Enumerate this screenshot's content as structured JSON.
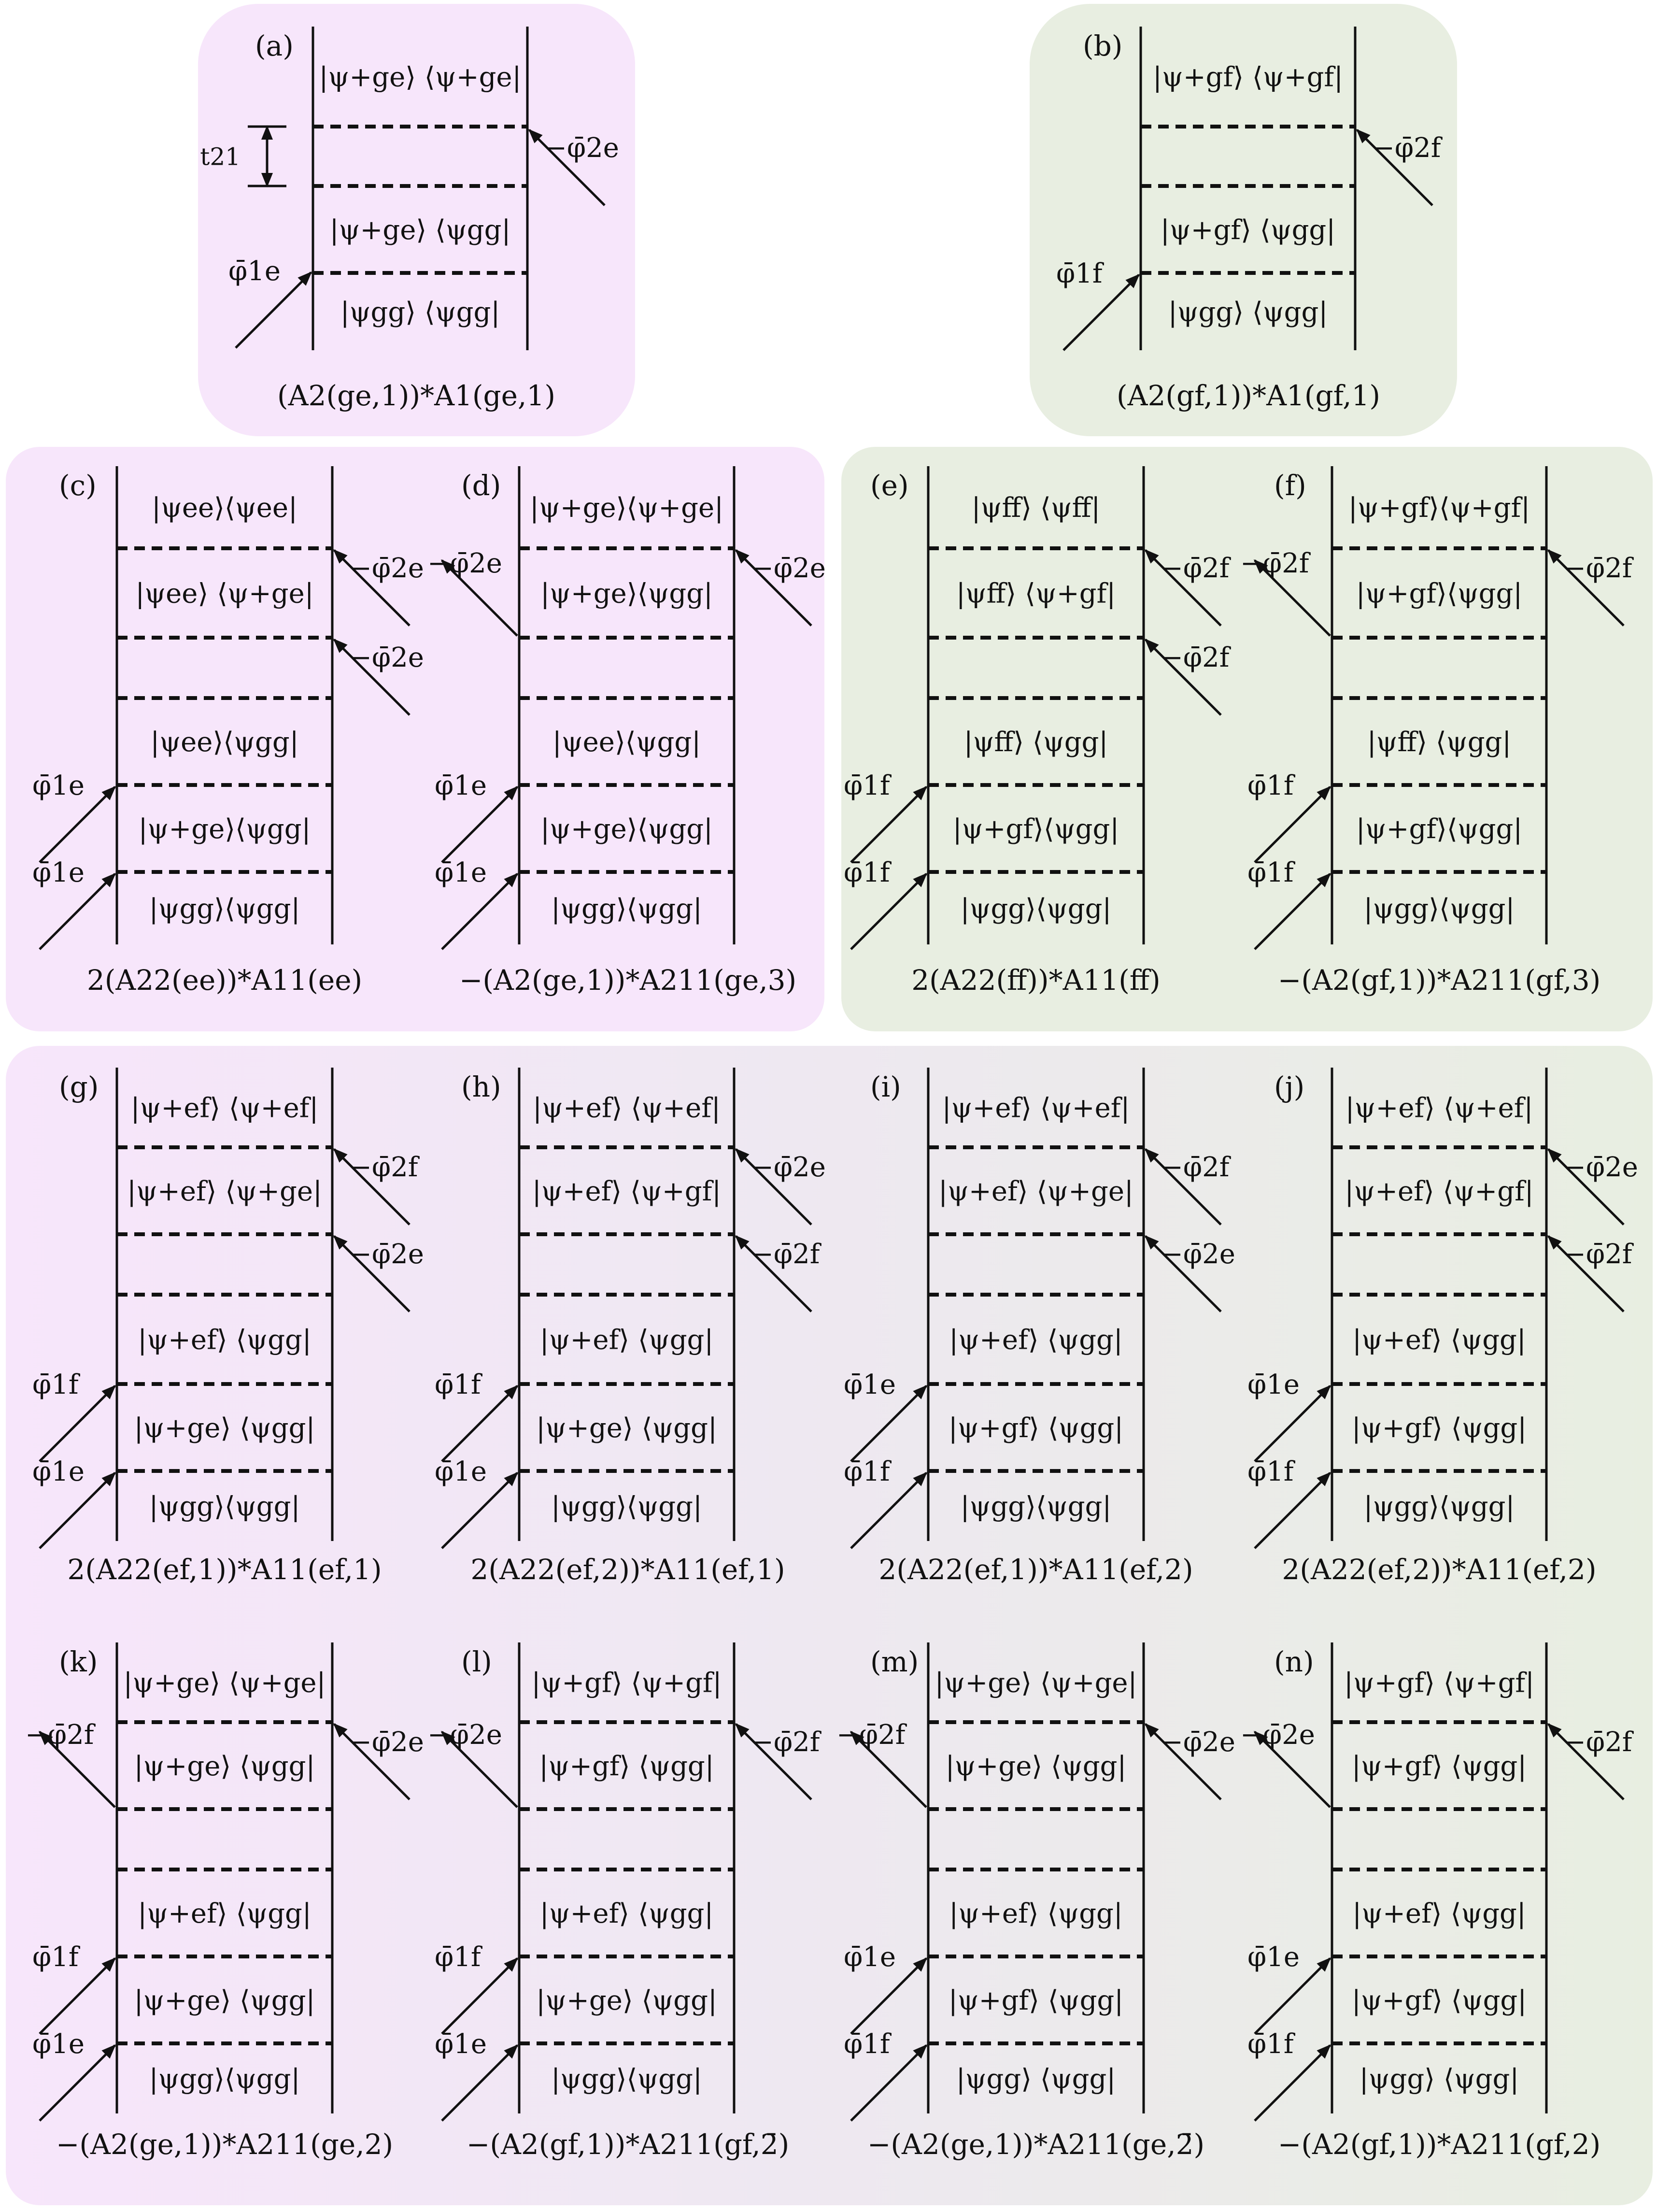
{
  "colors": {
    "pink_panel": "#f7e6fb",
    "green_panel": "#e8eee1",
    "ink": "#111111"
  },
  "labels": {
    "t21": "t21",
    "phi1e": "φ̄1e",
    "phi1f": "φ̄1f",
    "phi2e": "−φ̄2e",
    "phi2f": "−φ̄2f"
  },
  "diagrams": [
    {
      "id": "a",
      "label": "(a)",
      "caption": "(A2(ge,1))*A1(ge,1)",
      "states": [
        "|ψ+ge⟩ ⟨ψ+ge|",
        "|ψ+ge⟩ ⟨ψgg|",
        "|ψgg⟩ ⟨ψgg|"
      ],
      "in_left": [
        "φ̄1e"
      ],
      "in_right": [
        "−φ̄2e"
      ],
      "out_left": []
    },
    {
      "id": "b",
      "label": "(b)",
      "caption": "(A2(gf,1))*A1(gf,1)",
      "states": [
        "|ψ+gf⟩ ⟨ψ+gf|",
        "|ψ+gf⟩ ⟨ψgg|",
        "|ψgg⟩ ⟨ψgg|"
      ],
      "in_left": [
        "φ̄1f"
      ],
      "in_right": [
        "−φ̄2f"
      ],
      "out_left": []
    },
    {
      "id": "c",
      "label": "(c)",
      "caption": "2(A22(ee))*A11(ee)",
      "states": [
        "|ψee⟩⟨ψee|",
        "|ψee⟩ ⟨ψ+ge|",
        "|ψee⟩⟨ψgg|",
        "|ψ+ge⟩⟨ψgg|",
        "|ψgg⟩⟨ψgg|"
      ],
      "in_left": [
        "φ̄1e",
        "φ̄1e"
      ],
      "in_right": [
        "−φ̄2e",
        "−φ̄2e"
      ],
      "out_left": []
    },
    {
      "id": "d",
      "label": "(d)",
      "caption": "−(A2(ge,1))*A211(ge,3)",
      "states": [
        "|ψ+ge⟩⟨ψ+ge|",
        "|ψ+ge⟩⟨ψgg|",
        "|ψee⟩⟨ψgg|",
        "|ψ+ge⟩⟨ψgg|",
        "|ψgg⟩⟨ψgg|"
      ],
      "in_left": [
        "φ̄1e",
        "φ̄1e"
      ],
      "in_right": [
        "−φ̄2e"
      ],
      "out_left": [
        "−φ̄2e"
      ]
    },
    {
      "id": "e",
      "label": "(e)",
      "caption": "2(A22(ff))*A11(ff)",
      "states": [
        "|ψff⟩ ⟨ψff|",
        "|ψff⟩ ⟨ψ+gf|",
        "|ψff⟩ ⟨ψgg|",
        "|ψ+gf⟩⟨ψgg|",
        "|ψgg⟩⟨ψgg|"
      ],
      "in_left": [
        "φ̄1f",
        "φ̄1f"
      ],
      "in_right": [
        "−φ̄2f",
        "−φ̄2f"
      ],
      "out_left": []
    },
    {
      "id": "f",
      "label": "(f)",
      "caption": "−(A2(gf,1))*A211(gf,3)",
      "states": [
        "|ψ+gf⟩⟨ψ+gf|",
        "|ψ+gf⟩⟨ψgg|",
        "|ψff⟩ ⟨ψgg|",
        "|ψ+gf⟩⟨ψgg|",
        "|ψgg⟩⟨ψgg|"
      ],
      "in_left": [
        "φ̄1f",
        "φ̄1f"
      ],
      "in_right": [
        "−φ̄2f"
      ],
      "out_left": [
        "−φ̄2f"
      ]
    },
    {
      "id": "g",
      "label": "(g)",
      "caption": "2(A22(ef,1))*A11(ef,1)",
      "states": [
        "|ψ+ef⟩ ⟨ψ+ef|",
        "|ψ+ef⟩ ⟨ψ+ge|",
        "|ψ+ef⟩ ⟨ψgg|",
        "|ψ+ge⟩ ⟨ψgg|",
        "|ψgg⟩⟨ψgg|"
      ],
      "in_left": [
        "φ̄1f",
        "φ̄1e"
      ],
      "in_right": [
        "−φ̄2f",
        "−φ̄2e"
      ],
      "out_left": []
    },
    {
      "id": "h",
      "label": "(h)",
      "caption": "2(A22(ef,2))*A11(ef,1)",
      "states": [
        "|ψ+ef⟩ ⟨ψ+ef|",
        "|ψ+ef⟩ ⟨ψ+gf|",
        "|ψ+ef⟩ ⟨ψgg|",
        "|ψ+ge⟩ ⟨ψgg|",
        "|ψgg⟩⟨ψgg|"
      ],
      "in_left": [
        "φ̄1f",
        "φ̄1e"
      ],
      "in_right": [
        "−φ̄2e",
        "−φ̄2f"
      ],
      "out_left": []
    },
    {
      "id": "i",
      "label": "(i)",
      "caption": "2(A22(ef,1))*A11(ef,2)",
      "states": [
        "|ψ+ef⟩ ⟨ψ+ef|",
        "|ψ+ef⟩ ⟨ψ+ge|",
        "|ψ+ef⟩ ⟨ψgg|",
        "|ψ+gf⟩ ⟨ψgg|",
        "|ψgg⟩⟨ψgg|"
      ],
      "in_left": [
        "φ̄1e",
        "φ̄1f"
      ],
      "in_right": [
        "−φ̄2f",
        "−φ̄2e"
      ],
      "out_left": []
    },
    {
      "id": "j",
      "label": "(j)",
      "caption": "2(A22(ef,2))*A11(ef,2)",
      "states": [
        "|ψ+ef⟩ ⟨ψ+ef|",
        "|ψ+ef⟩ ⟨ψ+gf|",
        "|ψ+ef⟩ ⟨ψgg|",
        "|ψ+gf⟩ ⟨ψgg|",
        "|ψgg⟩⟨ψgg|"
      ],
      "in_left": [
        "φ̄1e",
        "φ̄1f"
      ],
      "in_right": [
        "−φ̄2e",
        "−φ̄2f"
      ],
      "out_left": []
    },
    {
      "id": "k",
      "label": "(k)",
      "caption": "−(A2(ge,1))*A211(ge,2)",
      "states": [
        "|ψ+ge⟩ ⟨ψ+ge|",
        "|ψ+ge⟩ ⟨ψgg|",
        "|ψ+ef⟩ ⟨ψgg|",
        "|ψ+ge⟩ ⟨ψgg|",
        "|ψgg⟩⟨ψgg|"
      ],
      "in_left": [
        "φ̄1f",
        "φ̄1e"
      ],
      "in_right": [
        "−φ̄2e"
      ],
      "out_left": [
        "−φ̄2f"
      ]
    },
    {
      "id": "l",
      "label": "(l)",
      "caption": "−(A2(gf,1))*A211(gf,2̄)",
      "states": [
        "|ψ+gf⟩ ⟨ψ+gf|",
        "|ψ+gf⟩ ⟨ψgg|",
        "|ψ+ef⟩ ⟨ψgg|",
        "|ψ+ge⟩ ⟨ψgg|",
        "|ψgg⟩⟨ψgg|"
      ],
      "in_left": [
        "φ̄1f",
        "φ̄1e"
      ],
      "in_right": [
        "−φ̄2f"
      ],
      "out_left": [
        "−φ̄2e"
      ]
    },
    {
      "id": "m",
      "label": "(m)",
      "caption": "−(A2(ge,1))*A211(ge,2̄)",
      "states": [
        "|ψ+ge⟩ ⟨ψ+ge|",
        "|ψ+ge⟩ ⟨ψgg|",
        "|ψ+ef⟩ ⟨ψgg|",
        "|ψ+gf⟩ ⟨ψgg|",
        "|ψgg⟩ ⟨ψgg|"
      ],
      "in_left": [
        "φ̄1e",
        "φ̄1f"
      ],
      "in_right": [
        "−φ̄2e"
      ],
      "out_left": [
        "−φ̄2f"
      ]
    },
    {
      "id": "n",
      "label": "(n)",
      "caption": "−(A2(gf,1))*A211(gf,2)",
      "states": [
        "|ψ+gf⟩ ⟨ψ+gf|",
        "|ψ+gf⟩ ⟨ψgg|",
        "|ψ+ef⟩ ⟨ψgg|",
        "|ψ+gf⟩ ⟨ψgg|",
        "|ψgg⟩ ⟨ψgg|"
      ],
      "in_left": [
        "φ̄1e",
        "φ̄1f"
      ],
      "in_right": [
        "−φ̄2f"
      ],
      "out_left": [
        "−φ̄2e"
      ]
    }
  ]
}
